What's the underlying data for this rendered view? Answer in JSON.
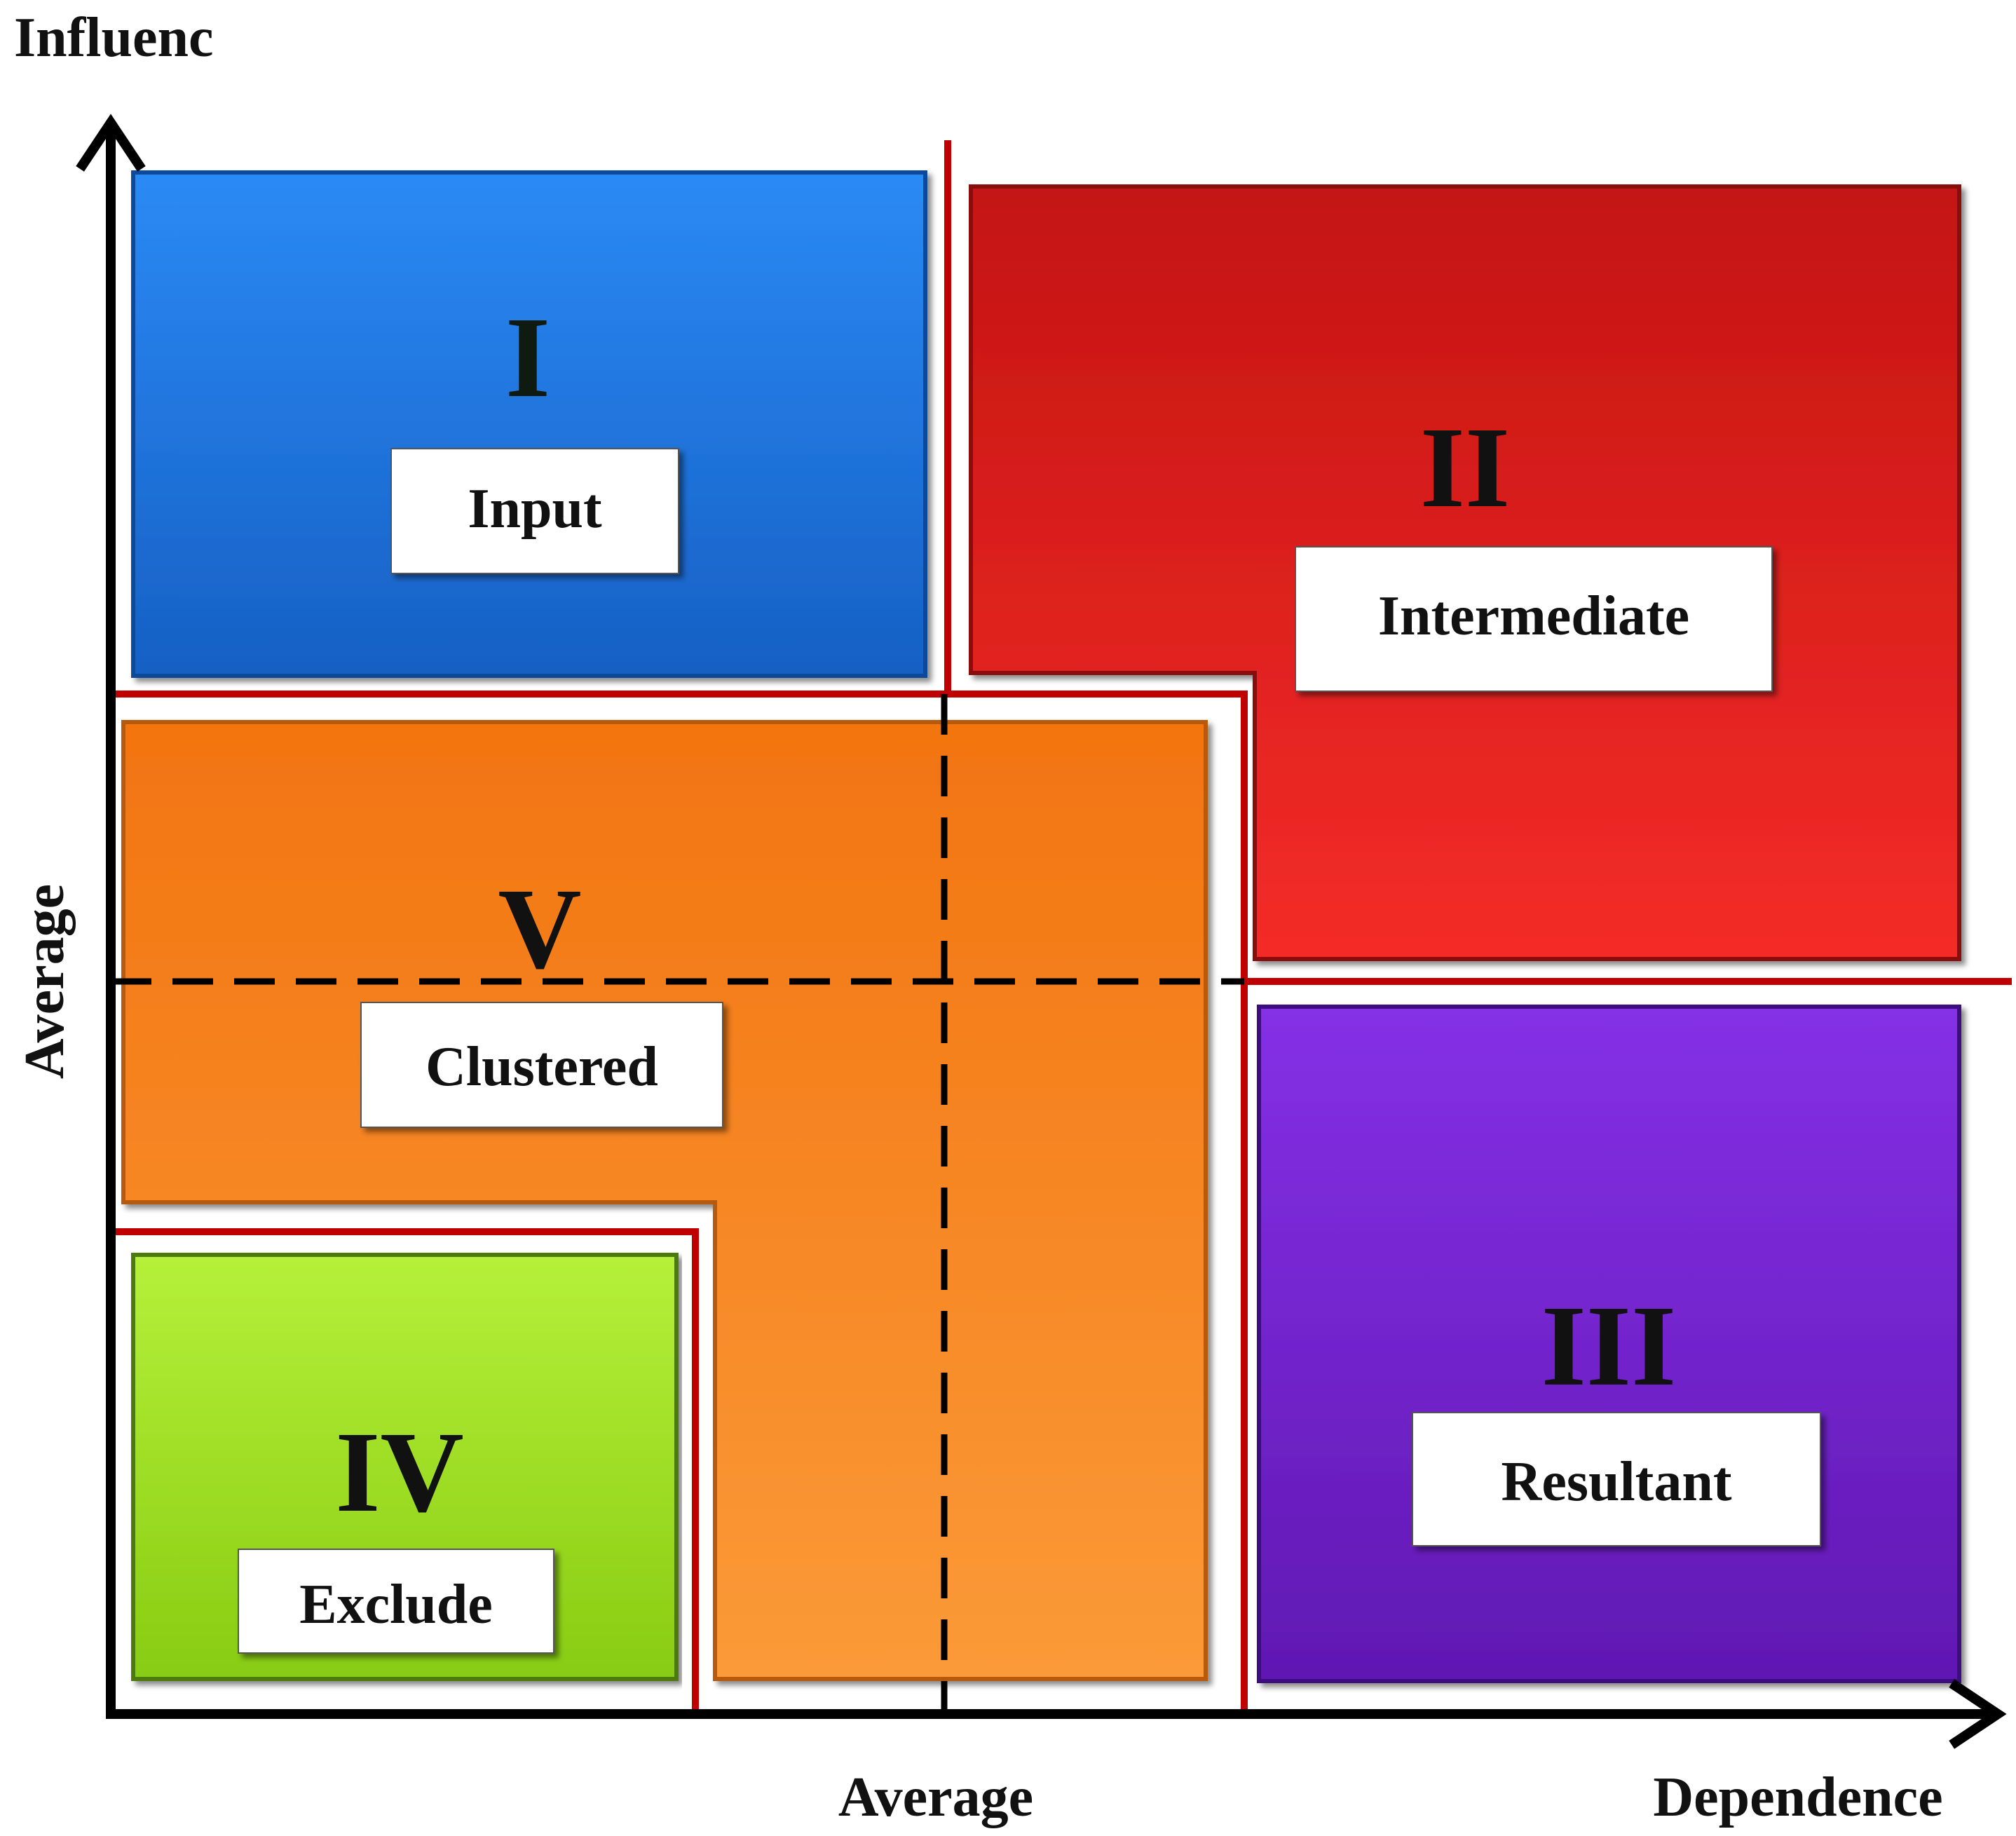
{
  "axes": {
    "y_title": "Influenc",
    "y_mid": "Average",
    "x_mid": "Average",
    "x_title": "Dependence"
  },
  "regions": {
    "input": {
      "numeral": "I",
      "label": "Input"
    },
    "intermediate": {
      "numeral": "II",
      "label": "Intermediate"
    },
    "resultant": {
      "numeral": "III",
      "label": "Resultant"
    },
    "exclude": {
      "numeral": "IV",
      "label": "Exclude"
    },
    "clustered": {
      "numeral": "V",
      "label": "Clustered"
    }
  },
  "colors": {
    "input": "#1a73e6",
    "intermediate": "#e0201e",
    "resultant": "#7a2ad6",
    "exclude": "#98e01e",
    "clustered": "#f8851e",
    "divider": "#c00000"
  }
}
